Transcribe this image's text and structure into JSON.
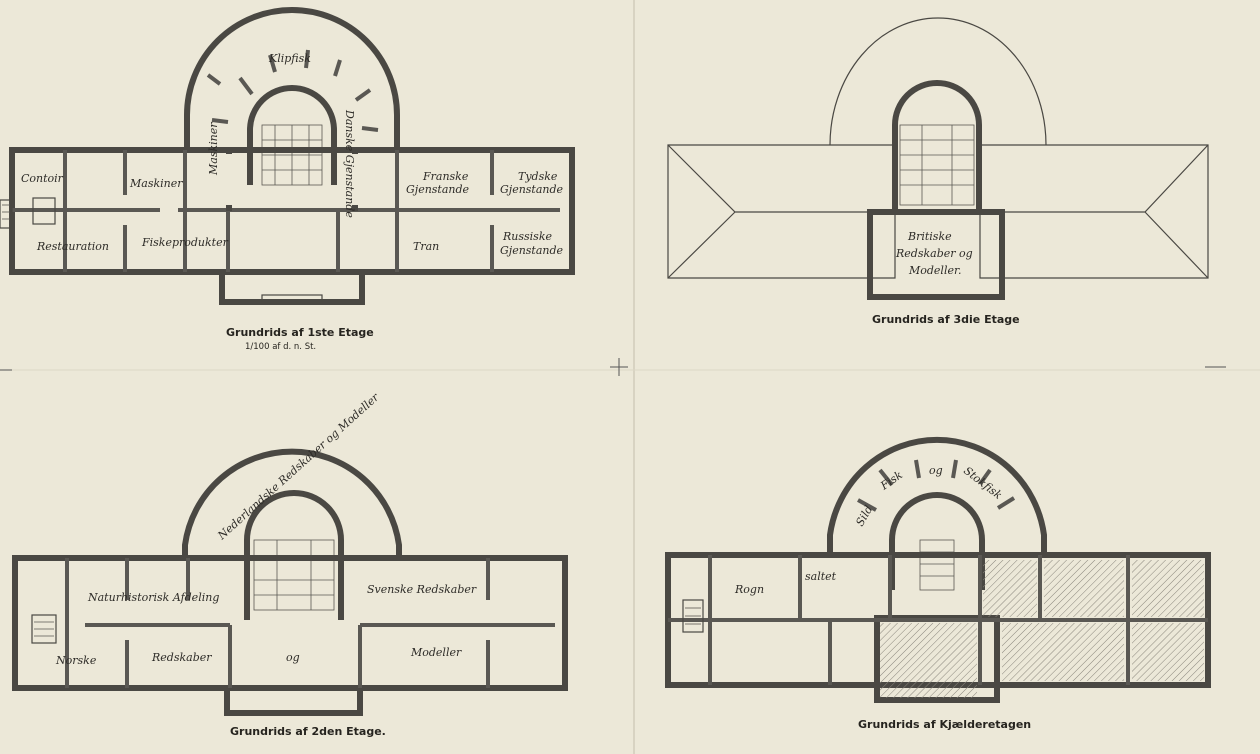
{
  "plans": {
    "first": {
      "caption": "Grundrids af 1ste Etage",
      "scale": "1/100 af d. n. St.",
      "rooms": {
        "klipfisk": "Klipfisk",
        "maskiner_apse": "Maskiner",
        "danske": "Danske Gjenstande",
        "contoir": "Contoir",
        "maskiner": "Maskiner",
        "franske": "Franske",
        "franske2": "Gjenstande",
        "tydske": "Tydske",
        "tydske2": "Gjenstande",
        "restauration": "Restauration",
        "fiskeprodukter": "Fiskeprodukter",
        "tran": "Tran",
        "russiske": "Russiske",
        "russiske2": "Gjenstande"
      }
    },
    "third": {
      "caption": "Grundrids af 3die Etage",
      "rooms": {
        "britiske": "Britiske",
        "redskaber": "Redskaber og",
        "modeller": "Modeller."
      }
    },
    "second": {
      "caption": "Grundrids af 2den Etage.",
      "rooms": {
        "nederlandske": "Nederlandske Redskaber og Modeller",
        "naturhistorisk": "Naturhistorisk Afdeling",
        "svenske": "Svenske Redskaber",
        "norske": "Norske",
        "redskaber": "Redskaber",
        "og": "og",
        "modeller": "Modeller"
      }
    },
    "basement": {
      "caption": "Grundrids af Kjælderetagen",
      "rooms": {
        "sild": "Sild",
        "fisk": "Fisk",
        "og": "og",
        "stokfisk": "Stokfisk",
        "rogn": "Rogn",
        "saltet": "saltet"
      }
    }
  }
}
